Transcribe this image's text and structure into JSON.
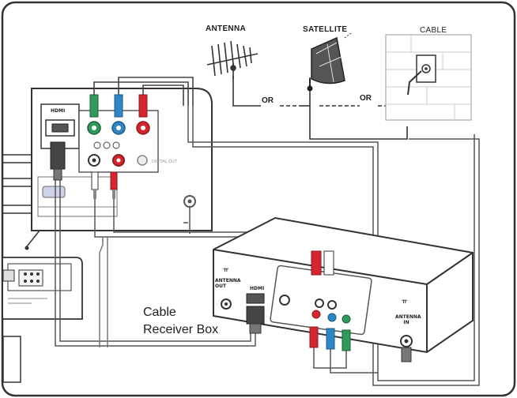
{
  "labels": {
    "antenna": "ANTENNA",
    "satellite": "SATELLITE",
    "cable": "CABLE",
    "or_1": "OR",
    "or_2": "OR",
    "receiver_caption_line1": "Cable",
    "receiver_caption_line2": "Receiver Box",
    "tv_hdmi": "HDMI",
    "box_antenna_out": "ANTENNA OUT",
    "box_hdmi": "HDMI",
    "box_antenna_in": "ANTENNA IN"
  },
  "colors": {
    "green": "#2f9a5b",
    "blue": "#2f86c4",
    "red": "#d3262f",
    "line": "#2a2a2a",
    "cable_fill": "#f2f2f2"
  }
}
